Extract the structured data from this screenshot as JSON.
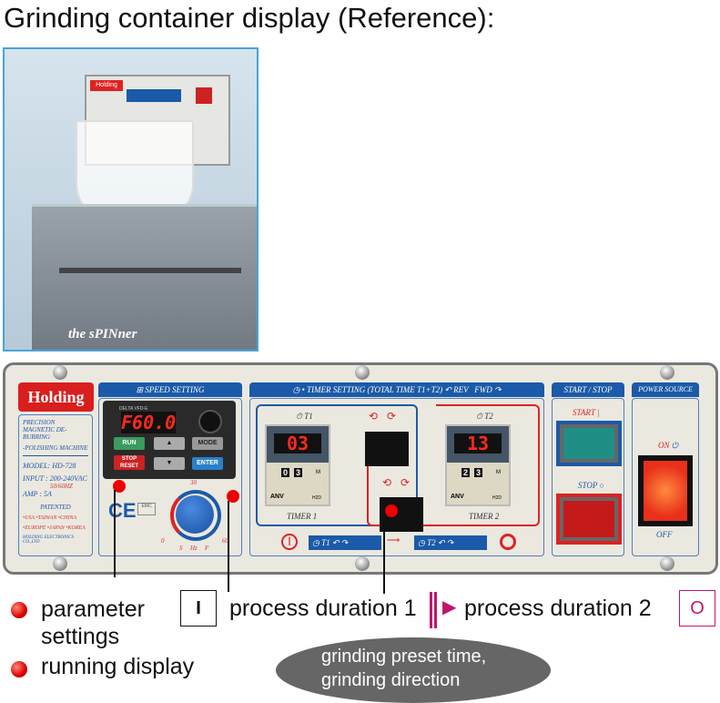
{
  "title": "Grinding container display (Reference):",
  "photo": {
    "brand": "the sPINner",
    "logo": "Holding"
  },
  "panel": {
    "logo": "Holding",
    "info": {
      "line1": "PRECISION",
      "line2": "MAGNETIC DE-BURRING",
      "line3": "-POLISHING MACHINE",
      "model": "MODEL: HD-728",
      "input": "INPUT : 200-240VAC",
      "input2": "50/60HZ",
      "amp": "AMP : 5A",
      "patented": "PATENTED",
      "countries1": "•USA •TAIWAN •CHINA",
      "countries2": "•EUROPE •JAPAN •KOREA",
      "company": "HOLDING ELECTRONICS CO.,LTD"
    },
    "speed": {
      "header": "SPEED SETTING",
      "display": "F60.0",
      "brand": "DELTA VFD-E",
      "run": "RUN",
      "mode": "MODE",
      "stop": "STOP RESET",
      "enter": "ENTER",
      "dial_min": "0",
      "dial_mid": "30",
      "dial_max": "60",
      "dial_s": "S",
      "dial_unit": "Hz",
      "dial_f": "F",
      "ce": "CE",
      "emc": "EMC"
    },
    "timer": {
      "header": "• TIMER SETTING (TOTAL TIME T1+T2)",
      "rev": "REV",
      "fwd": "FWD",
      "t1_label": "T1",
      "t1_display": "03",
      "t1_digits": [
        "0",
        "3"
      ],
      "t1_name": "TIMER 1",
      "t2_label": "T2",
      "t2_display": "13",
      "t2_digits": [
        "2",
        "3"
      ],
      "t2_name": "TIMER 2",
      "brand": "ANV",
      "model": "H2D",
      "unit": "M",
      "seq1": "T1",
      "seq2": "T2"
    },
    "startstop": {
      "header": "START / STOP",
      "start": "START",
      "stop": "STOP"
    },
    "power": {
      "header": "POWER SOURCE",
      "on": "ON",
      "off": "OFF"
    }
  },
  "legend": {
    "param1": "parameter",
    "param2": "settings",
    "running": "running display",
    "pd1": "process duration 1",
    "pd2": "process duration 2",
    "bubble1": "grinding preset time,",
    "bubble2": "grinding direction",
    "start_symbol": "I",
    "stop_symbol": "O"
  }
}
